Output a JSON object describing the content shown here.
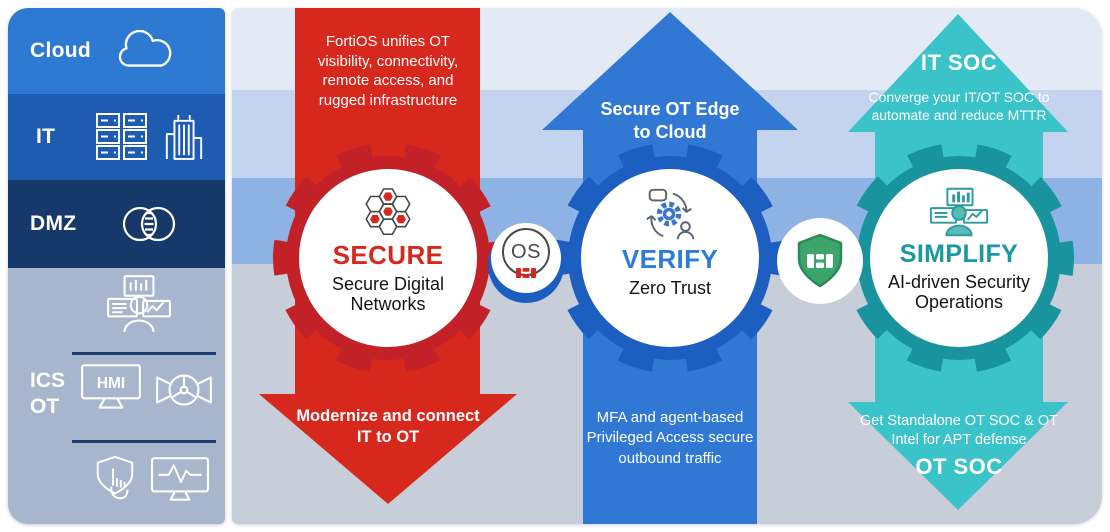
{
  "sidebar": {
    "cloud_label": "Cloud",
    "it_label": "IT",
    "dmz_label": "DMZ",
    "ics_line1": "ICS",
    "ics_line2": "OT",
    "hmi_label": "HMI"
  },
  "pillars": {
    "secure": {
      "top_text": "FortiOS unifies OT visibility, connectivity, remote access, and rugged infrastructure",
      "title": "SECURE",
      "subtitle": "Secure Digital Networks",
      "bottom_text": "Modernize and connect IT to OT"
    },
    "verify": {
      "top_text": "Secure OT Edge to Cloud",
      "title": "VERIFY",
      "subtitle": "Zero Trust",
      "bottom_text": "MFA and agent-based Privileged Access secure outbound traffic"
    },
    "simplify": {
      "top_label": "IT SOC",
      "top_text": "Converge your IT/OT SOC to automate and reduce MTTR",
      "title": "SIMPLIFY",
      "subtitle": "AI-driven Security Operations",
      "bottom_text": "Get Standalone OT SOC & OT Intel for APT defense",
      "bottom_label": "OT SOC"
    }
  },
  "badges": {
    "os_label": "OS"
  },
  "icons": [
    "cloud-icon",
    "servers-icon",
    "building-icon",
    "venn-icon",
    "operator-icon",
    "hmi-monitor-icon",
    "valve-icon",
    "shield-press-icon",
    "waveform-monitor-icon",
    "security-fabric-hexagons-icon",
    "zero-trust-gear-person-icon",
    "soc-analyst-icon",
    "fortios-dots-logo-icon",
    "fortinet-shield-icon"
  ],
  "colors": {
    "fortinet_red": "#d7281e",
    "gear_red": "#c22127",
    "arrow_blue": "#3078d4",
    "gear_blue": "#1c5fc1",
    "arrow_teal": "#3ac3c9",
    "gear_teal": "#19949e",
    "shield_green": "#3da56b",
    "title_verify": "#2e7cd9",
    "title_simplify": "#1a99a3",
    "sidebar_cloud": "#2e7ad2",
    "sidebar_it": "#1d5cb0",
    "sidebar_dmz": "#16386b",
    "sidebar_ics": "#a7b5cd",
    "band_light": "#e3eaf6",
    "band_lightblue": "#c4d4ef",
    "band_blue": "#8fb2e5",
    "band_gray": "#c7cdd9"
  }
}
